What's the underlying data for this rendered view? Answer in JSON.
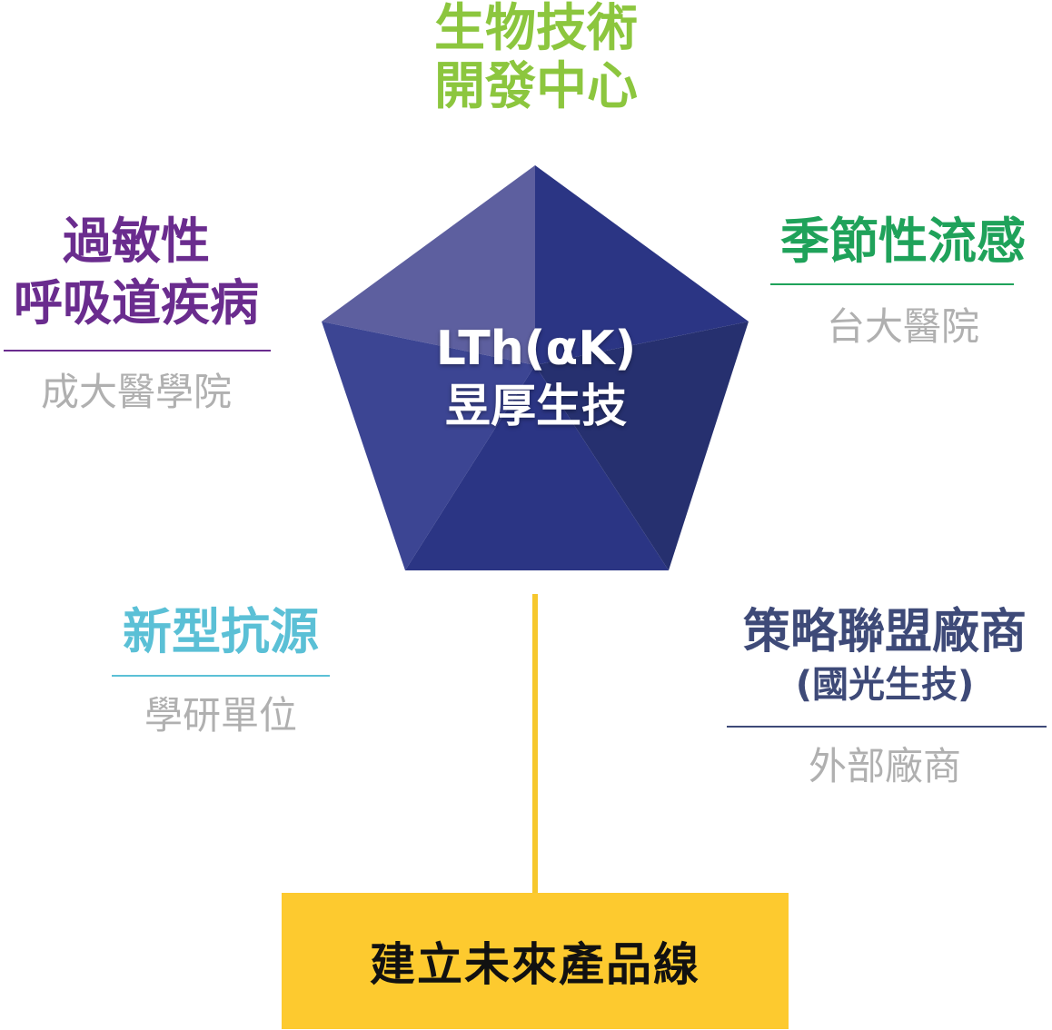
{
  "colors": {
    "green": "#8cc63e",
    "emerald": "#1fa25a",
    "purple": "#6a2c8e",
    "cyan": "#5bc0d6",
    "slate": "#3e4a78",
    "gray": "#b0b0b0",
    "pentagon_dark": "#2b3480",
    "pentagon_light": "#5c609e",
    "connector": "#f6c72c",
    "product_bg": "#fdca2f"
  },
  "center": {
    "line1": "LTh(αK)",
    "line2": "昱厚生技"
  },
  "partners": {
    "top": {
      "line1": "生物技術",
      "line2": "開發中心"
    },
    "left": {
      "line1": "過敏性",
      "line2": "呼吸道疾病",
      "sub": "成大醫學院"
    },
    "right": {
      "line1": "季節性流感",
      "sub": "台大醫院"
    },
    "bottom_left": {
      "line1": "新型抗源",
      "sub": "學研單位"
    },
    "bottom_right": {
      "line1": "策略聯盟廠商",
      "line2": "(國光生技)",
      "sub": "外部廠商"
    }
  },
  "product": {
    "label": "建立未來產品線"
  }
}
